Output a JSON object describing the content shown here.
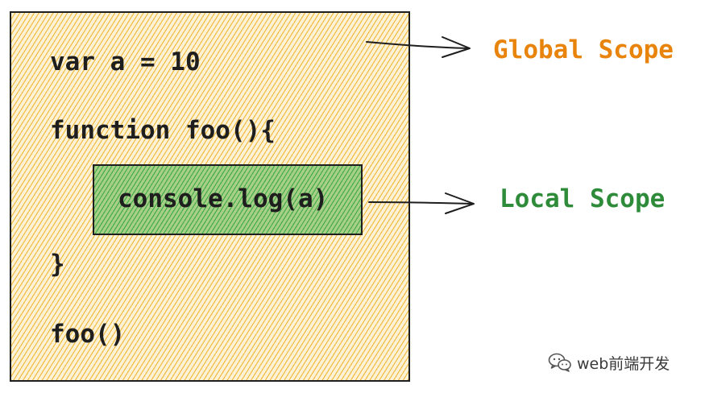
{
  "code": {
    "line1": "var a = 10",
    "line2": "function foo(){",
    "line3": "console.log(a)",
    "line4": "}",
    "line5": "foo()"
  },
  "labels": {
    "global": "Global Scope",
    "local": "Local Scope"
  },
  "watermark": {
    "text": "web前端开发",
    "icon": "wechat-icon"
  },
  "colors": {
    "global_scope": "#e8840c",
    "local_scope": "#2e8b3a",
    "global_fill": "#f0b228",
    "local_fill": "#38a848",
    "stroke": "#1e1e1e"
  }
}
